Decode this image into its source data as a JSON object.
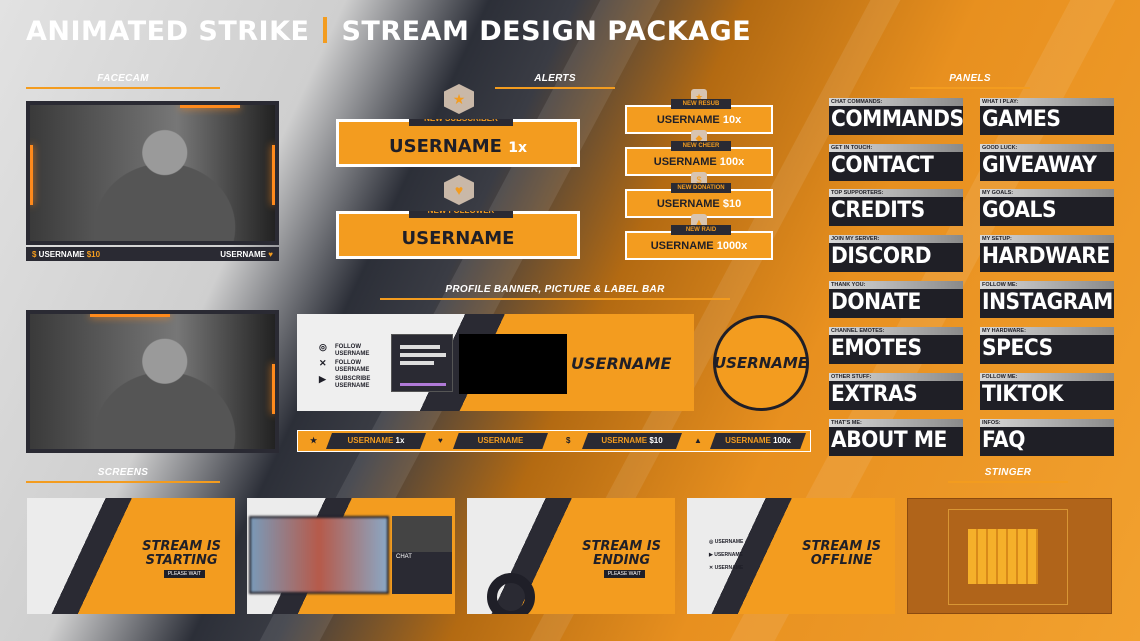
{
  "title": {
    "left": "ANIMATED STRIKE",
    "right": "STREAM DESIGN PACKAGE"
  },
  "sections": {
    "facecam": "FACECAM",
    "alerts": "ALERTS",
    "panels": "PANELS",
    "profile": "PROFILE BANNER, PICTURE & LABEL BAR",
    "screens": "SCREENS",
    "stinger": "STINGER"
  },
  "facecam": {
    "left_user": "USERNAME",
    "left_amount": "$10",
    "right_user": "USERNAME"
  },
  "alerts_big": [
    {
      "caption": "NEW SUBSCRIBER",
      "user": "USERNAME",
      "amount": "1x",
      "icon": "star-icon"
    },
    {
      "caption": "NEW FOLLOWER",
      "user": "USERNAME",
      "amount": "",
      "icon": "heart-icon"
    }
  ],
  "alerts_small": [
    {
      "caption": "NEW RESUB",
      "user": "USERNAME",
      "amount": "10x"
    },
    {
      "caption": "NEW CHEER",
      "user": "USERNAME",
      "amount": "100x"
    },
    {
      "caption": "NEW DONATION",
      "user": "USERNAME",
      "amount": "$10"
    },
    {
      "caption": "NEW RAID",
      "user": "USERNAME",
      "amount": "1000x"
    }
  ],
  "panels_left": [
    {
      "cap": "CHAT COMMANDS:",
      "label": "COMMANDS"
    },
    {
      "cap": "GET IN TOUCH:",
      "label": "CONTACT"
    },
    {
      "cap": "TOP SUPPORTERS:",
      "label": "CREDITS"
    },
    {
      "cap": "JOIN MY SERVER:",
      "label": "DISCORD"
    },
    {
      "cap": "THANK YOU:",
      "label": "DONATE"
    },
    {
      "cap": "CHANNEL EMOTES:",
      "label": "EMOTES"
    },
    {
      "cap": "OTHER STUFF:",
      "label": "EXTRAS"
    },
    {
      "cap": "THAT'S ME:",
      "label": "ABOUT ME"
    }
  ],
  "panels_right": [
    {
      "cap": "WHAT I PLAY:",
      "label": "GAMES"
    },
    {
      "cap": "GOOD LUCK:",
      "label": "GIVEAWAY"
    },
    {
      "cap": "MY GOALS:",
      "label": "GOALS"
    },
    {
      "cap": "MY SETUP:",
      "label": "HARDWARE"
    },
    {
      "cap": "FOLLOW ME:",
      "label": "INSTAGRAM"
    },
    {
      "cap": "MY HARDWARE:",
      "label": "SPECS"
    },
    {
      "cap": "FOLLOW ME:",
      "label": "TIKTOK"
    },
    {
      "cap": "INFOS:",
      "label": "FAQ"
    }
  ],
  "banner": {
    "username": "USERNAME",
    "socials": [
      {
        "cap": "FOLLOW",
        "user": "USERNAME",
        "icon": "instagram-icon"
      },
      {
        "cap": "FOLLOW",
        "user": "USERNAME",
        "icon": "x-icon"
      },
      {
        "cap": "SUBSCRIBE",
        "user": "USERNAME",
        "icon": "youtube-icon"
      }
    ]
  },
  "profile_picture": {
    "username": "USERNAME"
  },
  "label_bar": [
    {
      "user": "USERNAME",
      "amount": "1x"
    },
    {
      "user": "USERNAME",
      "amount": ""
    },
    {
      "user": "USERNAME",
      "amount": "$10"
    },
    {
      "user": "USERNAME",
      "amount": "100x"
    }
  ],
  "screens": [
    {
      "line1": "STREAM IS",
      "line2": "STARTING",
      "sub": "PLEASE WAIT"
    },
    {
      "chat": "CHAT"
    },
    {
      "line1": "STREAM IS",
      "line2": "ENDING",
      "sub": "PLEASE WAIT"
    },
    {
      "line1": "STREAM IS",
      "line2": "OFFLINE",
      "sub": ""
    }
  ],
  "colors": {
    "accent": "#f39c1f",
    "dark": "#2a2a33",
    "light": "#ececec"
  }
}
